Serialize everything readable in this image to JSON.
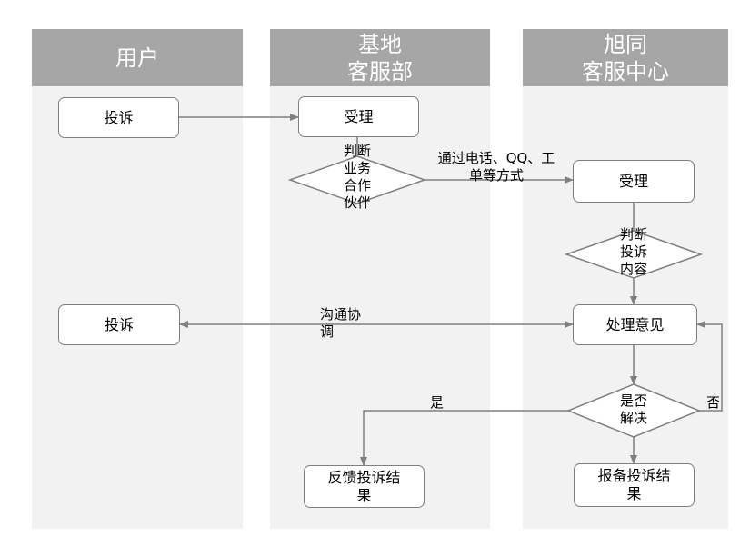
{
  "lanes": {
    "user": {
      "title": "用户"
    },
    "base": {
      "title_line1": "基地",
      "title_line2": "客服部"
    },
    "xutong": {
      "title_line1": "旭同",
      "title_line2": "客服中心"
    }
  },
  "nodes": {
    "complaint_1": "投诉",
    "complaint_2": "投诉",
    "accept_base": "受理",
    "judge_partner": "判断\n业务\n合作\n伙伴",
    "accept_center": "受理",
    "judge_content": "判断\n投诉\n内容",
    "handling_opinion": "处理意见",
    "resolved_decision": "是否\n解决",
    "feedback_result": "反馈投诉结\n果",
    "report_result": "报备投诉结\n果"
  },
  "edge_labels": {
    "via_channels": "通过电话、QQ、工\n单等方式",
    "coordinate": "沟通协\n调",
    "yes": "是",
    "no": "否"
  },
  "colors": {
    "lane_bg": "#f2f2f2",
    "lane_header": "#a6a6a6",
    "node_border": "#7f7f7f",
    "edge": "#7f7f7f"
  }
}
